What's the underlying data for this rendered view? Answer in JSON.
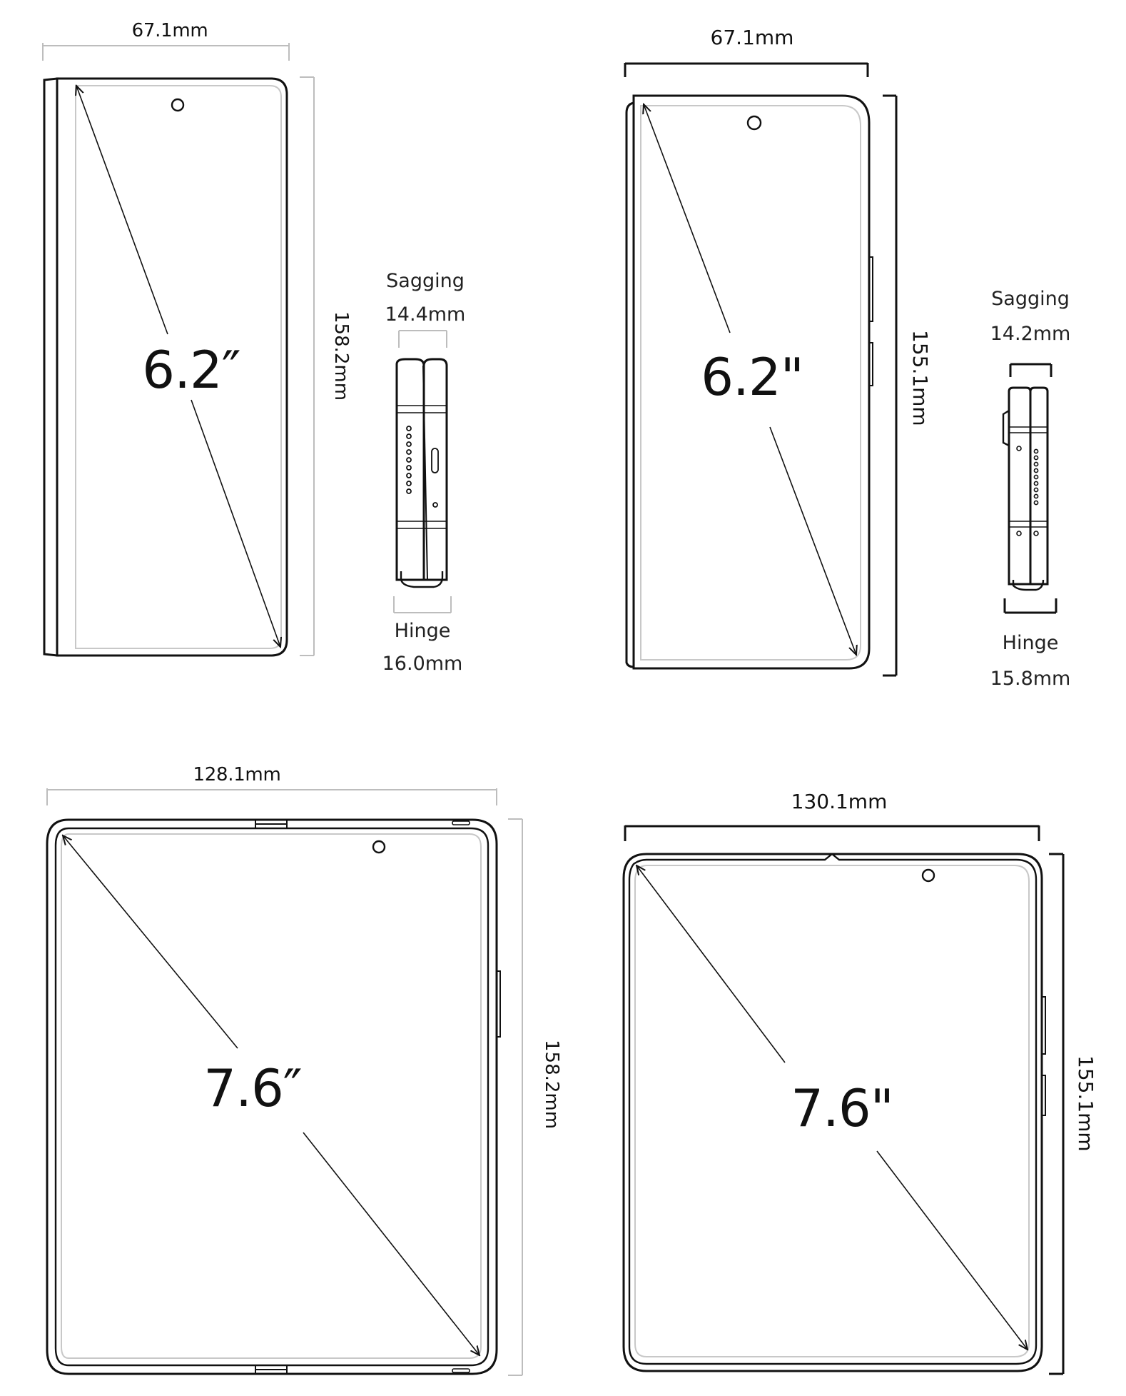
{
  "panels": {
    "top_left": {
      "width_label": "67.1mm",
      "height_label": "158.2mm",
      "diagonal_label": "6.2″",
      "sagging_title": "Sagging",
      "sagging_value": "14.4mm",
      "hinge_title": "Hinge",
      "hinge_value": "16.0mm"
    },
    "top_right": {
      "width_label": "67.1mm",
      "height_label": "155.1mm",
      "diagonal_label": "6.2\"",
      "sagging_title": "Sagging",
      "sagging_value": "14.2mm",
      "hinge_title": "Hinge",
      "hinge_value": "15.8mm"
    },
    "bottom_left": {
      "width_label": "128.1mm",
      "height_label": "158.2mm",
      "diagonal_label": "7.6″"
    },
    "bottom_right": {
      "width_label": "130.1mm",
      "height_label": "155.1mm",
      "diagonal_label": "7.6\""
    }
  },
  "colors": {
    "line": "#111111",
    "light_line": "#bdbdbd",
    "background": "#ffffff"
  }
}
